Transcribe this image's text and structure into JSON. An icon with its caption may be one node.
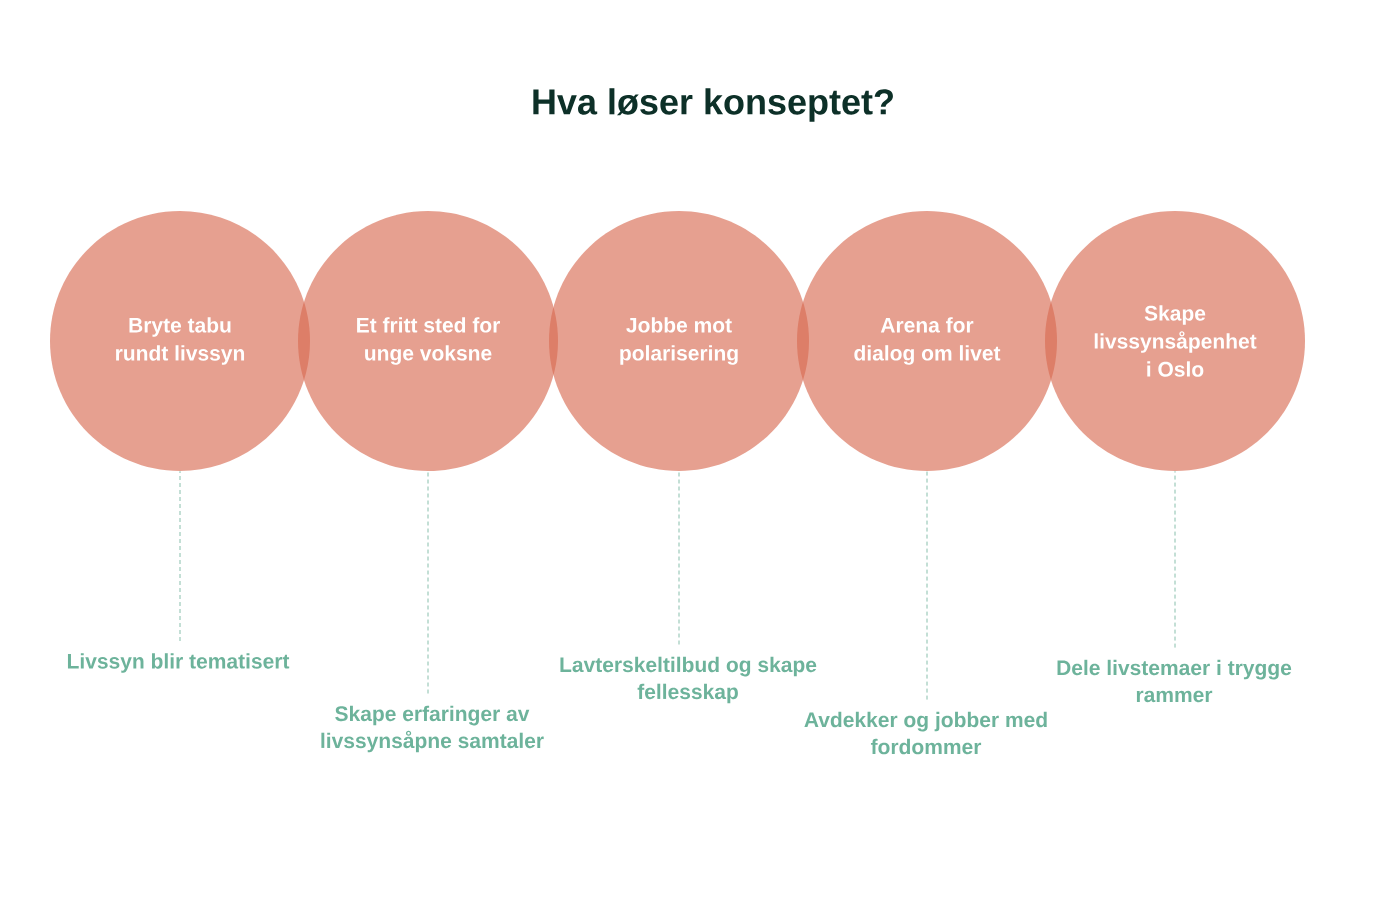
{
  "diagram": {
    "title": "Hva løser konseptet?",
    "nodes": [
      {
        "text": [
          "Bryte tabu rundt livssyn"
        ]
      },
      {
        "text": [
          "Et fritt sted for unge voksne"
        ]
      },
      {
        "text": [
          "Jobbe mot polarisering"
        ]
      },
      {
        "text": [
          "Arena for dialog om livet"
        ]
      },
      {
        "text": [
          "Skape livssynsåpenhet i Oslo"
        ]
      },
      {
        "text": [
          "Livssyn blir tematisert"
        ]
      },
      {
        "text": [
          "Skape erfaringer av livssynsåpne samtaler"
        ]
      },
      {
        "text": [
          "Lavterskeltilbud og skape fellesskap"
        ]
      },
      {
        "text": [
          "Avdekker og jobber med fordommer"
        ]
      },
      {
        "text": [
          "Dele livstemaer i trygge rammer"
        ]
      }
    ],
    "edges": [
      {
        "from": 5,
        "to": 0,
        "arrow": "none",
        "style": "dashed"
      },
      {
        "from": 6,
        "to": 1,
        "arrow": "none",
        "style": "dashed"
      },
      {
        "from": 7,
        "to": 2,
        "arrow": "none",
        "style": "dashed"
      },
      {
        "from": 8,
        "to": 3,
        "arrow": "none",
        "style": "dashed"
      },
      {
        "from": 9,
        "to": 4,
        "arrow": "none",
        "style": "dashed"
      }
    ]
  }
}
